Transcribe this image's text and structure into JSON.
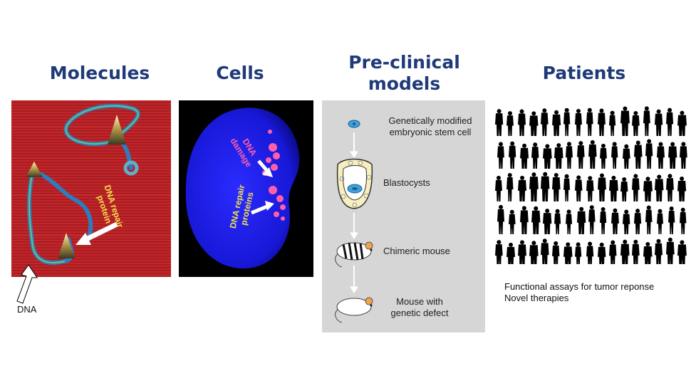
{
  "columns": {
    "molecules": {
      "title": "Molecules",
      "dna_label": "DNA",
      "protein_label": [
        "DNA repair",
        "protein"
      ]
    },
    "cells": {
      "title": "Cells",
      "damage_label": [
        "DNA",
        "damage"
      ],
      "repair_label": [
        "DNA repair",
        "proteins"
      ]
    },
    "preclinical": {
      "title_line1": "Pre-clinical",
      "title_line2": "models",
      "steps": [
        {
          "label": "Genetically modified embryonic stem cell"
        },
        {
          "label": "Blastocysts"
        },
        {
          "label": "Chimeric mouse"
        },
        {
          "label": "Mouse with genetic defect"
        }
      ]
    },
    "patients": {
      "title": "Patients",
      "captions": [
        "Functional assays for tumor reponse",
        "Novel therapies"
      ]
    }
  },
  "colors": {
    "heading": "#1f3a78",
    "annotation": "#f4e04d",
    "panel_grey": "#d6d6d6",
    "nucleus_blue": "#2222ee",
    "foci_pink": "#ff5fa8"
  },
  "icons": [
    "arrow-icon",
    "stem-cell-icon",
    "blastocyst-icon",
    "mouse-icon",
    "people-silhouettes"
  ]
}
